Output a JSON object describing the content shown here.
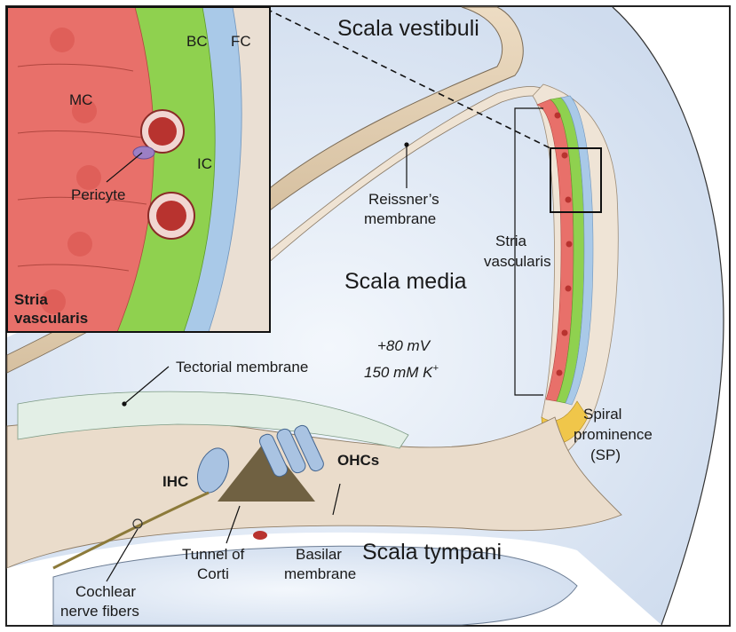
{
  "labels": {
    "scala_vestibuli": "Scala vestibuli",
    "scala_media": "Scala media",
    "scala_tympani": "Scala tympani",
    "potential": "+80 mV",
    "potassium": "150 mM K",
    "potassium_sup": "+",
    "reissner_line1": "Reissner’s",
    "reissner_line2": "membrane",
    "stria_line1": "Stria",
    "stria_line2": "vascularis",
    "tectorial": "Tectorial membrane",
    "spiral_line1": "Spiral",
    "spiral_line2": "prominence",
    "spiral_line3": "(SP)",
    "ohcs": "OHCs",
    "ihc": "IHC",
    "tunnel_line1": "Tunnel of",
    "tunnel_line2": "Corti",
    "basilar_line1": "Basilar",
    "basilar_line2": "membrane",
    "cochlear_line1": "Cochlear",
    "cochlear_line2": "nerve fibers"
  },
  "inset": {
    "bc": "BC",
    "fc": "FC",
    "mc": "MC",
    "ic": "IC",
    "pericyte": "Pericyte",
    "title_line1": "Stria",
    "title_line2": "vascularis"
  },
  "colors": {
    "marginal_cells": "#e8706a",
    "intermediate_cells": "#8fd14f",
    "basal_cells": "#a9c9e8",
    "fibrocytes": "#eadfd3",
    "bone": "#e2cfb3",
    "fluid": "#dce7f4",
    "capillary": "#b8332f"
  }
}
